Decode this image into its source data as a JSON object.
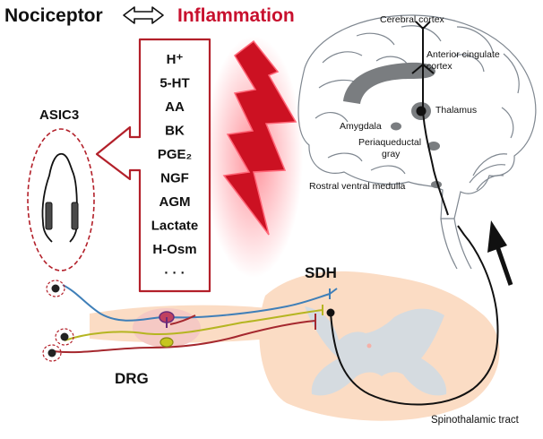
{
  "header": {
    "nociceptor": "Nociceptor",
    "inflammation": "Inflammation"
  },
  "mediators": [
    "H⁺",
    "5-HT",
    "AA",
    "BK",
    "PGE₂",
    "NGF",
    "AGM",
    "Lactate",
    "H-Osm",
    "· · ·"
  ],
  "labels": {
    "asic3": "ASIC3",
    "sdh": "SDH",
    "drg": "DRG",
    "spinothalamic": "Spinothalamic tract"
  },
  "brain_labels": {
    "cerebral_cortex": "Cerebral cortex",
    "acc_line1": "Anterior cingulate",
    "acc_line2": "cortex",
    "thalamus": "Thalamus",
    "amygdala": "Amygdala",
    "pag_line1": "Periaqueductal",
    "pag_line2": "gray",
    "rvm": "Rostral ventral medulla"
  },
  "colors": {
    "inflammation": "#c8102e",
    "spinal_cord": "#fbdcc4",
    "gray_matter": "#d5dbe0",
    "drg_patch": "#f5c9c4",
    "fiber_blue": "#3f7fb8",
    "fiber_yellow": "#b5b521",
    "fiber_red": "#a5282e",
    "brain_line": "#7f8790",
    "brain_region": "#7a7d80"
  }
}
